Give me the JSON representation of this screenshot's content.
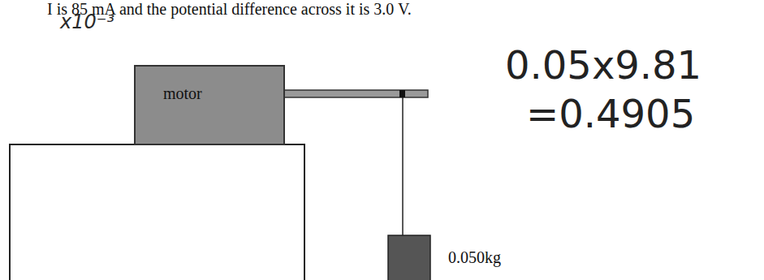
{
  "diagram": {
    "nodes": [
      {
        "text": [
          "motor"
        ]
      }
    ],
    "labels": [
      "I is 85 mA and the potential difference across it is 3.0 V.",
      "x10⁻³",
      "0.05x9.81",
      "=0.4905",
      "0.050kg"
    ]
  }
}
